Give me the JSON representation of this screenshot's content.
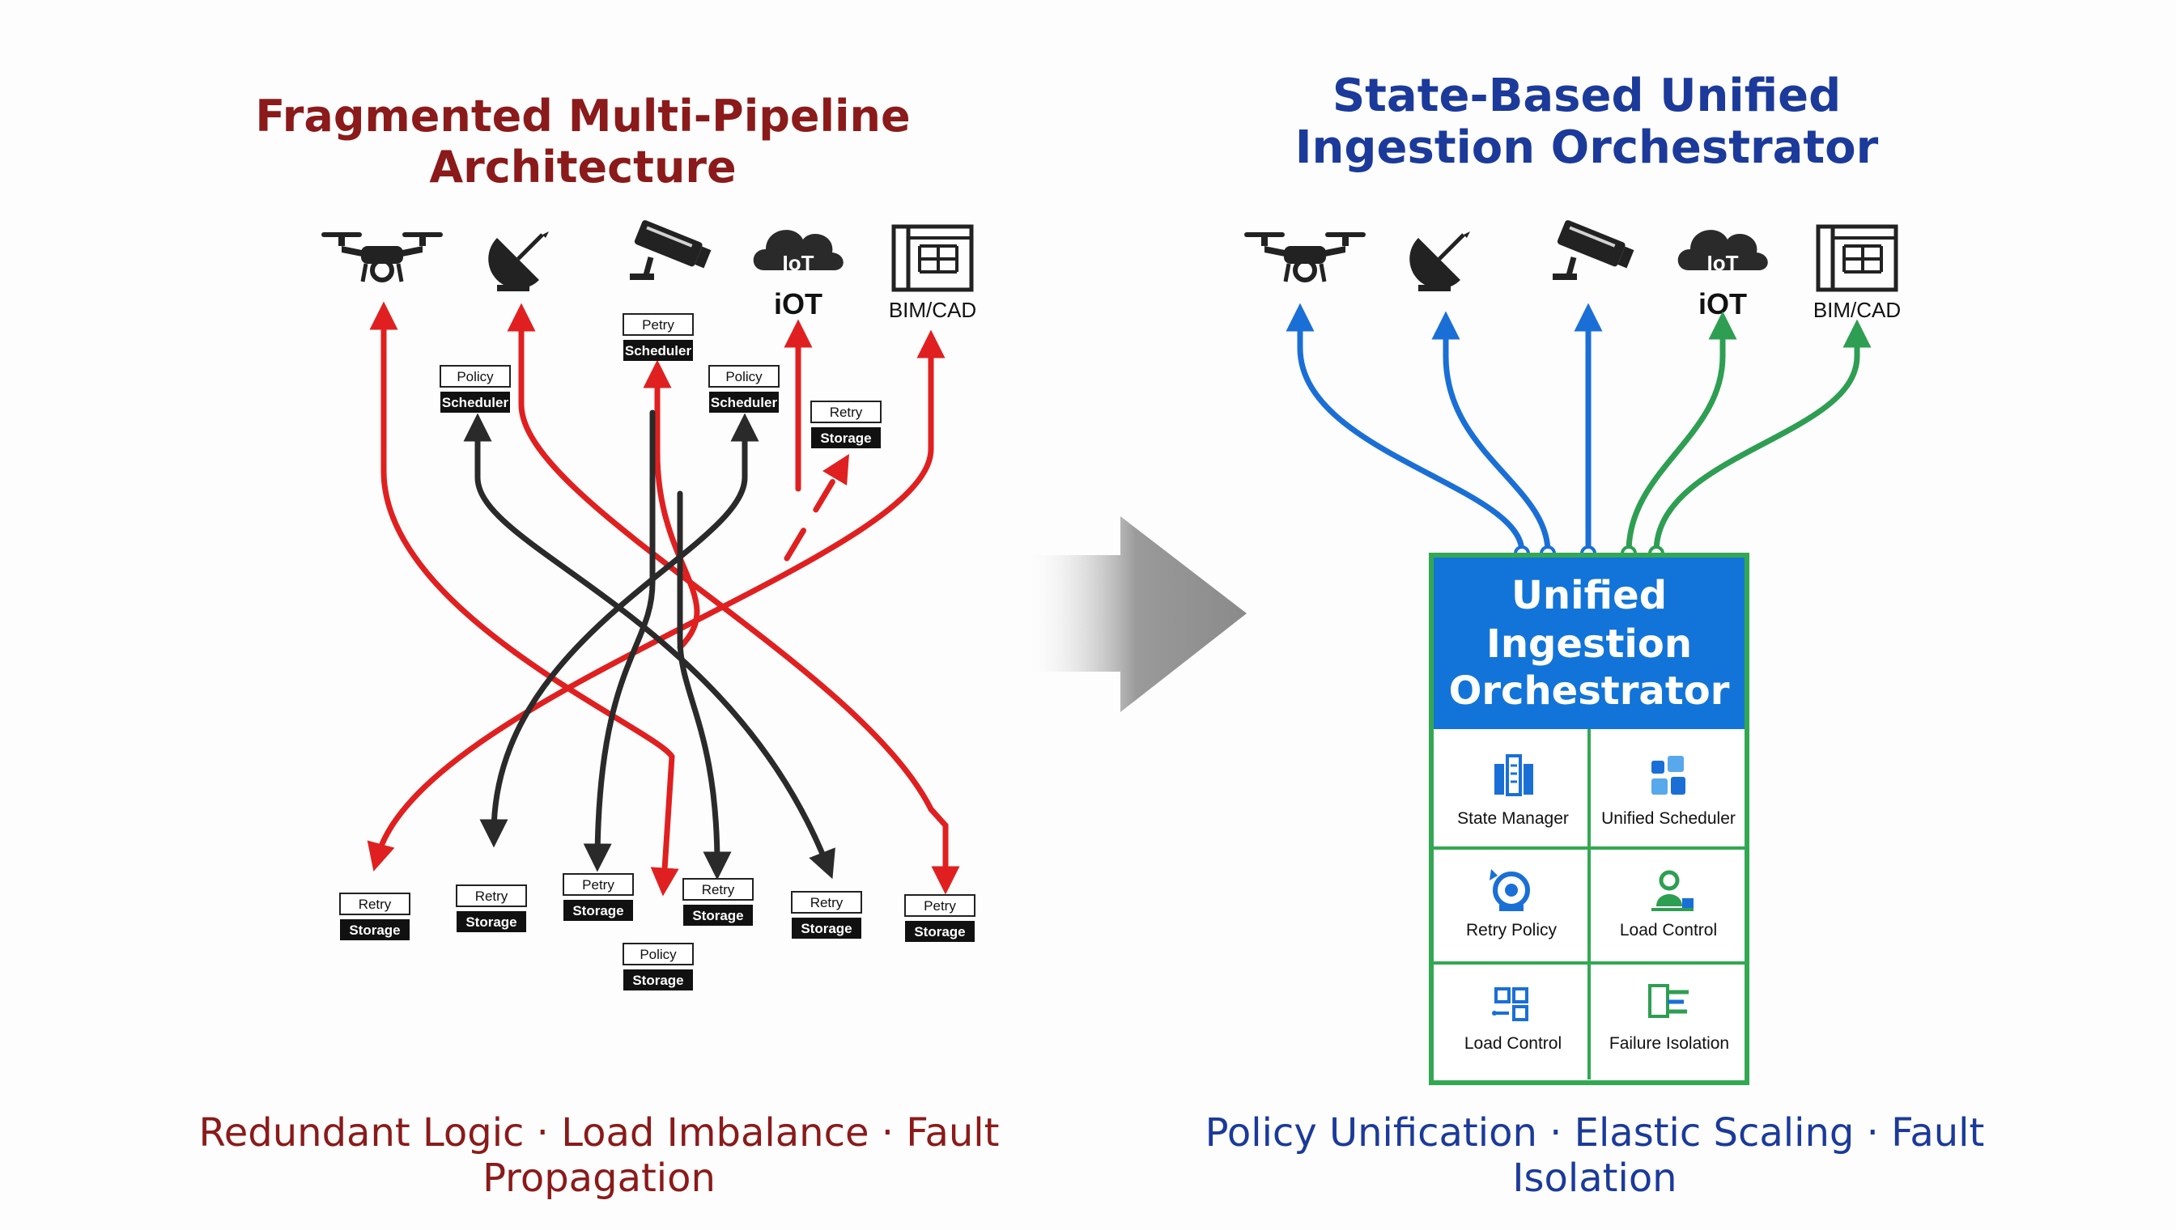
{
  "left": {
    "title": "Fragmented Multi-Pipeline Architecture",
    "footer": "Redundant Logic · Load Imbalance · Fault Propagation",
    "sources": [
      {
        "icon": "drone-icon",
        "label": ""
      },
      {
        "icon": "satellite-dish-icon",
        "label": ""
      },
      {
        "icon": "camera-icon",
        "label": ""
      },
      {
        "icon": "iot-cloud-icon",
        "label": "iOT",
        "badge": "IoT"
      },
      {
        "icon": "bim-cad-icon",
        "label": "BIM/CAD"
      }
    ],
    "top_stacks": [
      {
        "top": "Policy",
        "bottom": "Scheduler"
      },
      {
        "top": "Petry",
        "bottom": "Scheduler"
      },
      {
        "top": "Policy",
        "bottom": "Scheduler"
      },
      {
        "top": "Retry",
        "bottom": "Storage"
      }
    ],
    "bottom_stacks": [
      {
        "top": "Retry",
        "bottom": "Storage"
      },
      {
        "top": "Retry",
        "bottom": "Storage"
      },
      {
        "top": "Petry",
        "bottom": "Storage"
      },
      {
        "top": "Retry",
        "bottom": "Storage"
      },
      {
        "top": "Retry",
        "bottom": "Storage"
      },
      {
        "top": "Petry",
        "bottom": "Storage"
      },
      {
        "top": "Policy",
        "bottom": "Storage"
      }
    ]
  },
  "right": {
    "title_line1": "State-Based Unified",
    "title_line2": "Ingestion Orchestrator",
    "footer": "Policy Unification · Elastic Scaling · Fault Isolation",
    "sources": [
      {
        "icon": "drone-icon",
        "label": ""
      },
      {
        "icon": "satellite-dish-icon",
        "label": ""
      },
      {
        "icon": "camera-icon",
        "label": ""
      },
      {
        "icon": "iot-cloud-icon",
        "label": "iOT",
        "badge": "IoT"
      },
      {
        "icon": "bim-cad-icon",
        "label": "BIM/CAD"
      }
    ],
    "orchestrator": {
      "title_line1": "Unified",
      "title_line2": "Ingestion",
      "title_line3": "Orchestrator",
      "modules": [
        {
          "icon": "state-manager-icon",
          "label": "State Manager"
        },
        {
          "icon": "unified-scheduler-icon",
          "label": "Unified Scheduler"
        },
        {
          "icon": "retry-policy-icon",
          "label": "Retry Policy"
        },
        {
          "icon": "load-control-icon",
          "label": "Load Control"
        },
        {
          "icon": "load-control-grid-icon",
          "label": "Load Control"
        },
        {
          "icon": "failure-isolation-icon",
          "label": "Failure Isolation"
        }
      ]
    }
  },
  "colors": {
    "red": "#e02020",
    "black": "#2a2a2a",
    "blue": "#1a6fd6",
    "green": "#2e9e52",
    "header_blue": "#1274d8",
    "frame_green": "#33a852",
    "left_text": "#8b1a1a",
    "right_text": "#1b3a9a"
  }
}
